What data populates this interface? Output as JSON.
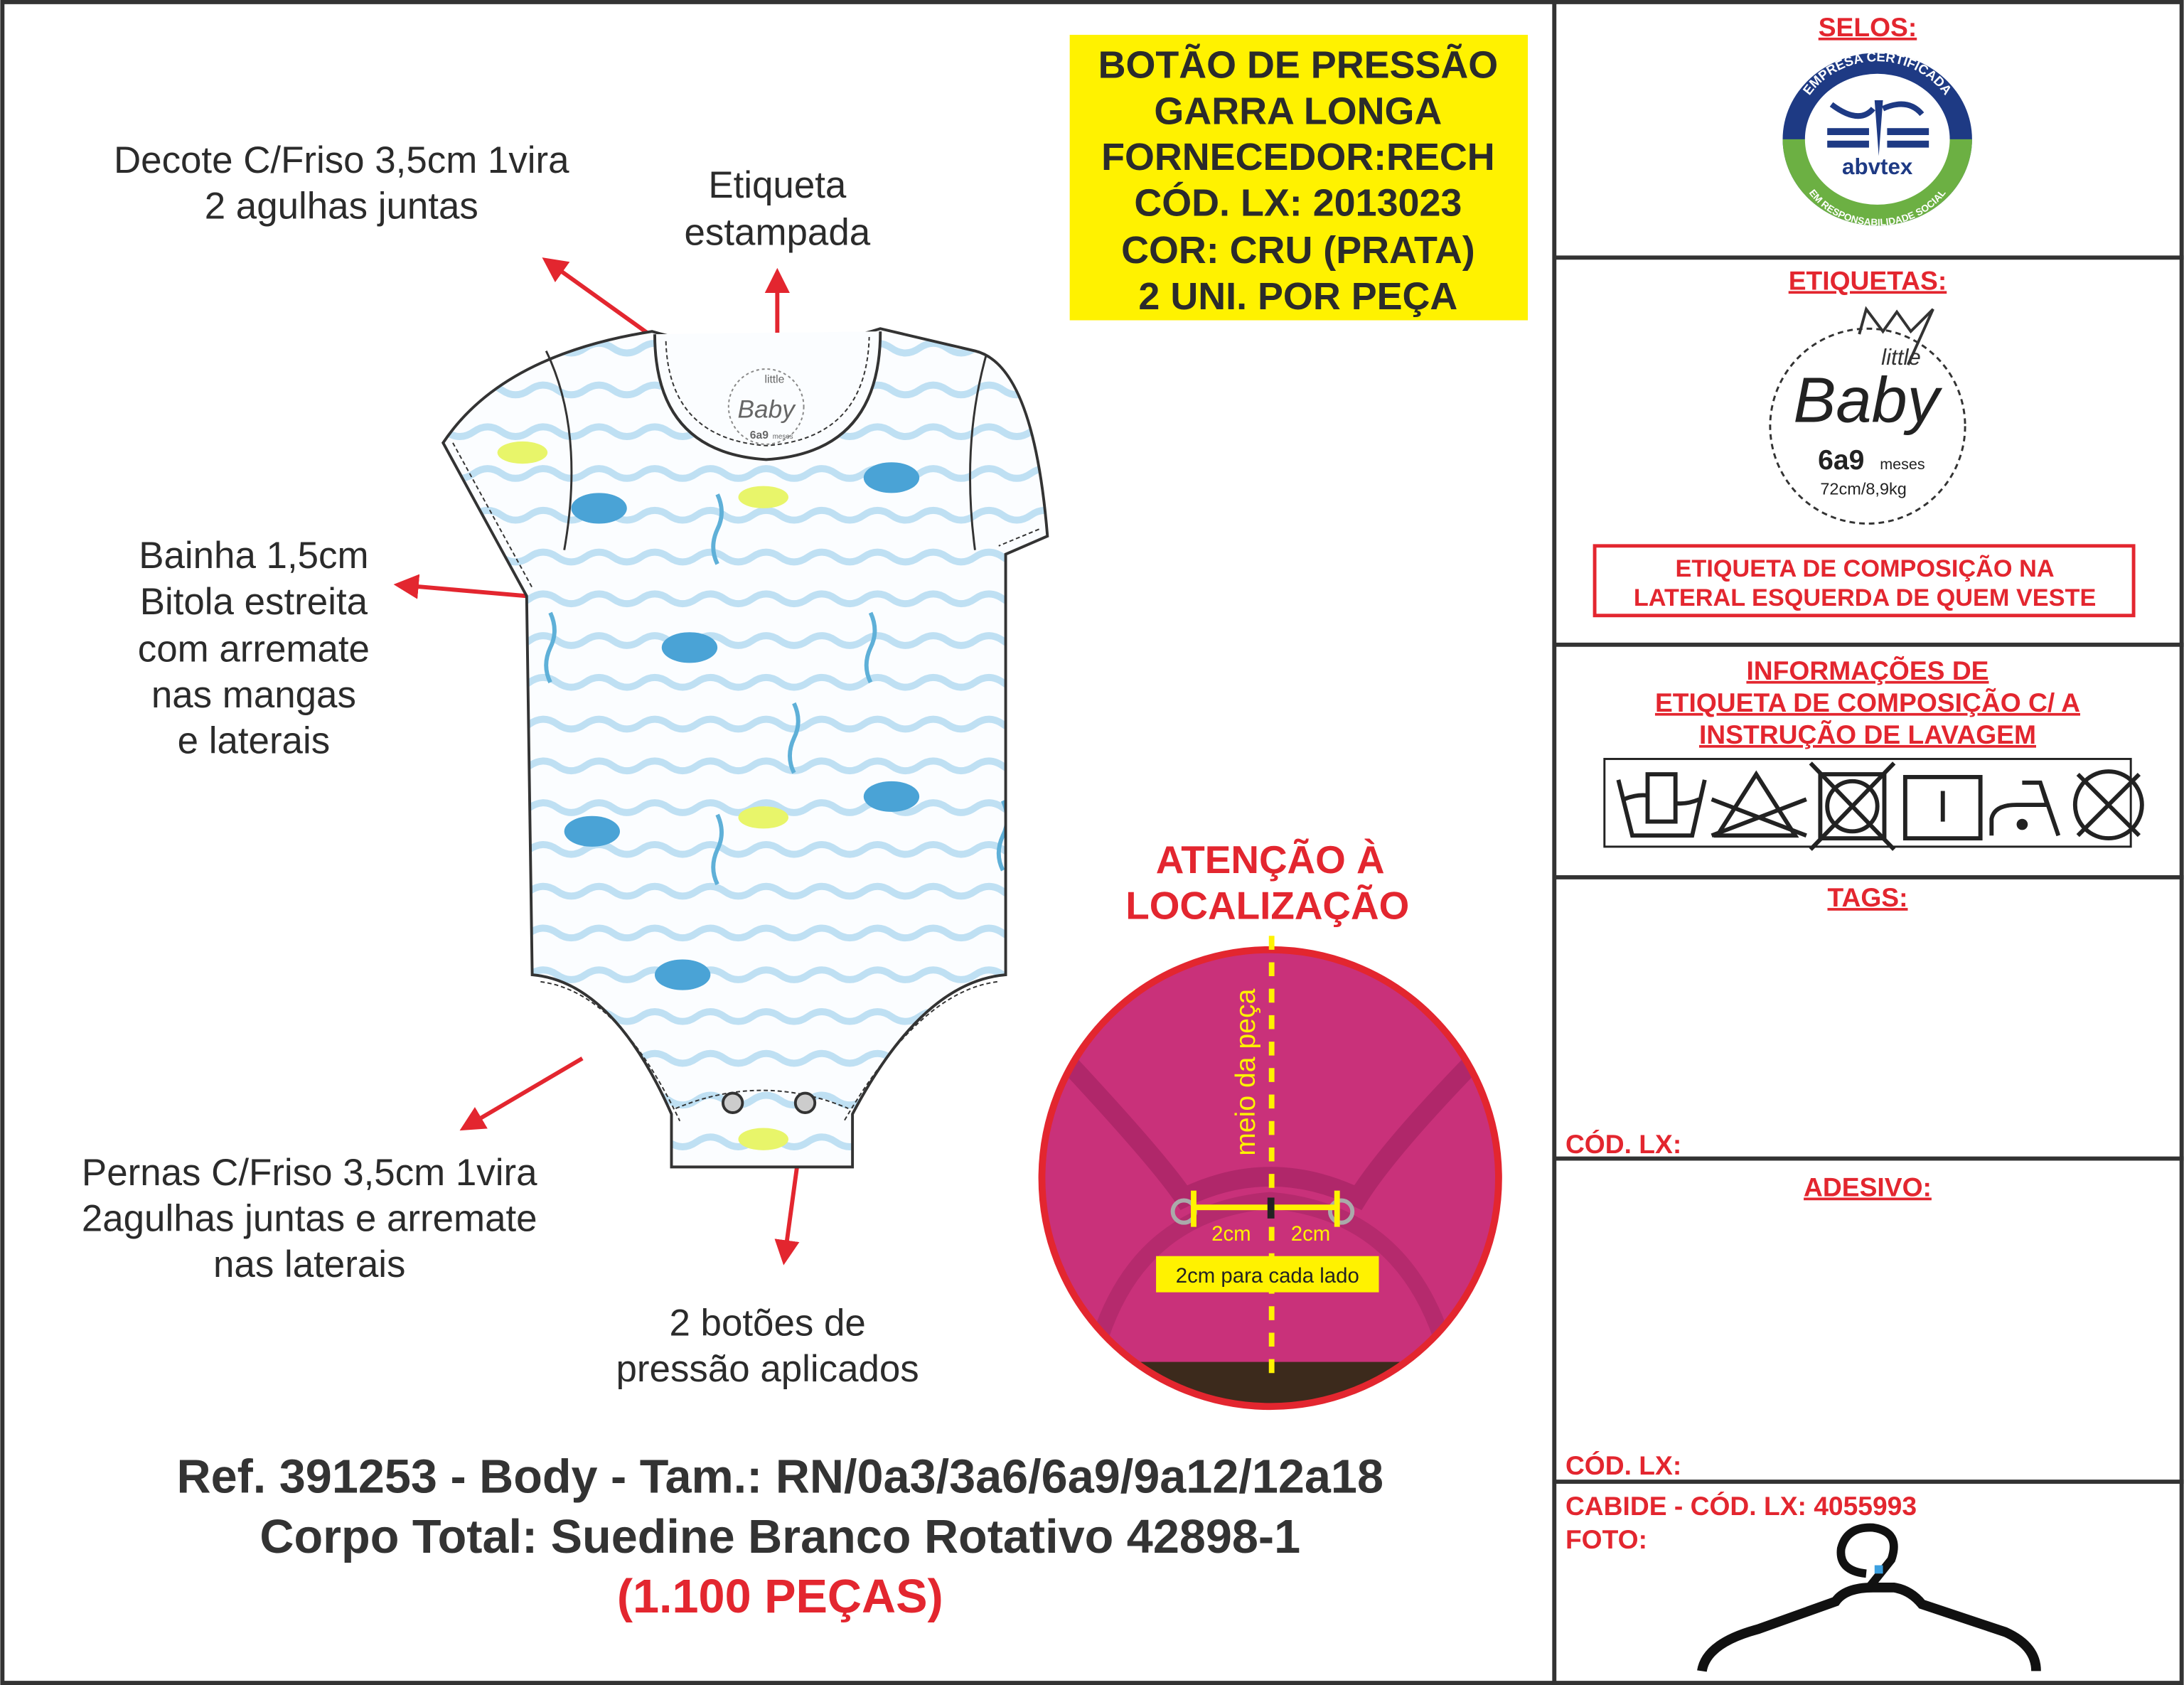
{
  "annotations": {
    "decote": [
      "Decote C/Friso 3,5cm 1vira",
      "2 agulhas juntas"
    ],
    "etiqueta": [
      "Etiqueta",
      "estampada"
    ],
    "bainha": [
      "Bainha 1,5cm",
      "Bitola estreita",
      "com arremate",
      "nas mangas",
      "e laterais"
    ],
    "pernas": [
      "Pernas C/Friso 3,5cm 1vira",
      "2agulhas juntas e arremate",
      "nas laterais"
    ],
    "botoes": [
      "2 botões de",
      "pressão aplicados"
    ]
  },
  "button_spec": [
    "BOTÃO DE PRESSÃO",
    "GARRA LONGA",
    "FORNECEDOR:RECH",
    "CÓD. LX: 2013023",
    "COR: CRU (PRATA)",
    "2 UNI. POR PEÇA"
  ],
  "attention": {
    "title": [
      "ATENÇÃO À",
      "LOCALIZAÇÃO"
    ],
    "center_label": "meio da peça",
    "left_measure": "2cm",
    "right_measure": "2cm",
    "note": "2cm para cada lado"
  },
  "label_print": {
    "brand_top": "little",
    "brand": "Baby",
    "size": "6a9",
    "size_unit": "meses"
  },
  "footer": {
    "line1": "Ref. 391253 - Body - Tam.: RN/0a3/3a6/6a9/9a12/12a18",
    "line2": "Corpo Total: Suedine Branco Rotativo 42898-1",
    "line3": "(1.100 PEÇAS)"
  },
  "sidebar": {
    "selos": {
      "title": "SELOS:",
      "seal_text_top": "EMPRESA CERTIFICADA",
      "seal_brand": "abvtex",
      "seal_text_bottom": "EM RESPONSABILIDADE SOCIAL"
    },
    "etiquetas": {
      "title": "ETIQUETAS:",
      "label_brand_top": "little",
      "label_brand": "Baby",
      "label_size": "6a9",
      "label_unit": "meses",
      "label_measure": "72cm/8,9kg",
      "notice": [
        "ETIQUETA DE COMPOSIÇÃO NA",
        "LATERAL ESQUERDA DE QUEM VESTE"
      ]
    },
    "informacoes": {
      "title": [
        "INFORMAÇÕES DE",
        "ETIQUETA DE COMPOSIÇÃO C/ A",
        "INSTRUÇÃO DE LAVAGEM"
      ],
      "care_icons": [
        "hand-wash-icon",
        "do-not-bleach-icon",
        "do-not-tumble-dry-icon",
        "line-dry-icon",
        "iron-low-icon",
        "do-not-dry-clean-icon"
      ]
    },
    "tags": {
      "title": "TAGS:",
      "code_label": "CÓD. LX:"
    },
    "adesivo": {
      "title": "ADESIVO:",
      "code_label": "CÓD. LX:"
    },
    "cabide": {
      "title": "CABIDE - CÓD. LX: 4055993",
      "photo_label": "FOTO:"
    }
  },
  "colors": {
    "accent_red": "#e3262f",
    "highlight_yellow": "#fff200",
    "text_dark": "#2b2b2b",
    "fabric_pink": "#c9317a",
    "print_blue": "#4aa3d6"
  }
}
